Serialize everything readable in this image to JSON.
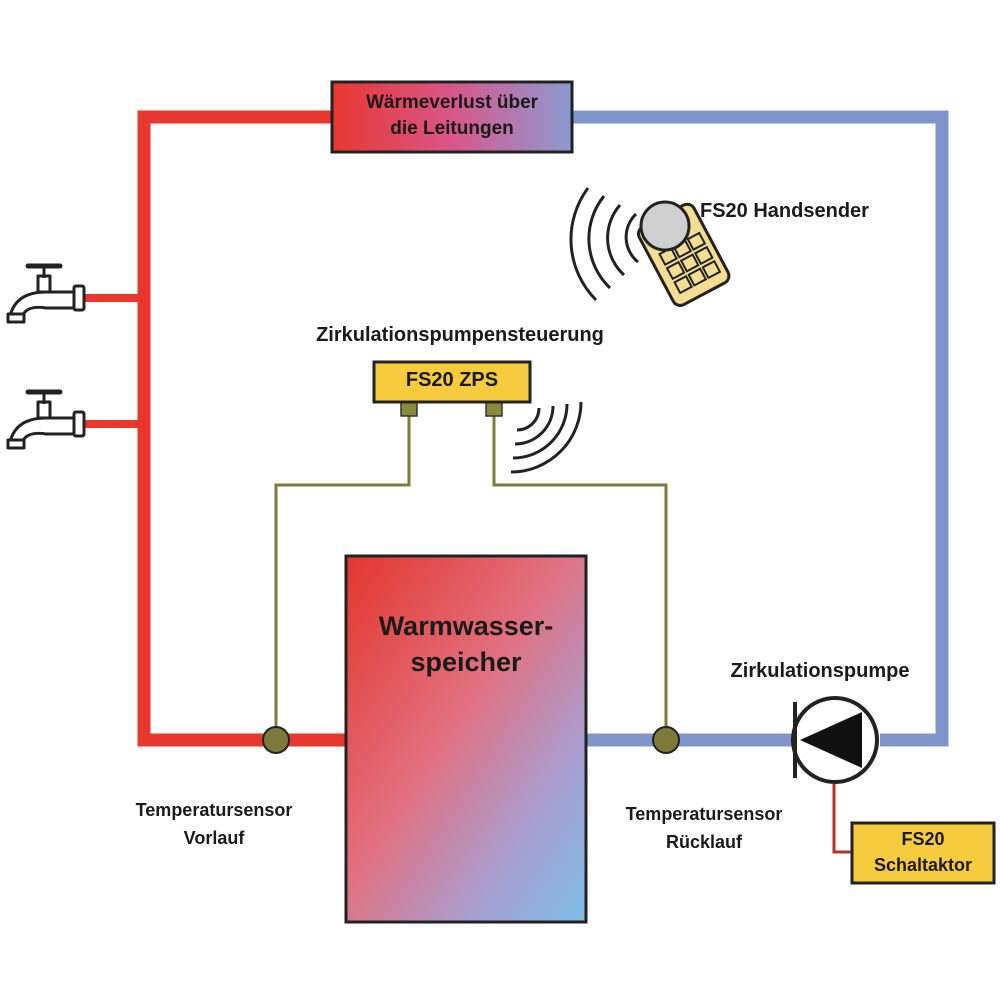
{
  "labels": {
    "heat_loss_line1": "Wärmeverlust über",
    "heat_loss_line2": "die Leitungen",
    "handsender": "FS20 Handsender",
    "controller_title": "Zirkulationspumpensteuerung",
    "zps": "FS20 ZPS",
    "tank_line1": "Warmwasser-",
    "tank_line2": "speicher",
    "pump": "Zirkulationspumpe",
    "sensor_supply_line1": "Temperatursensor",
    "sensor_supply_line2": "Vorlauf",
    "sensor_return_line1": "Temperatursensor",
    "sensor_return_line2": "Rücklauf",
    "actuator_line1": "FS20",
    "actuator_line2": "Schaltaktor"
  },
  "colors": {
    "hot_pipe": "#e8372f",
    "cold_pipe": "#7f95cc",
    "sensor_wire": "#7d7a3a",
    "label_box": "#f6cc3e",
    "actuator_wire": "#b0352a"
  }
}
